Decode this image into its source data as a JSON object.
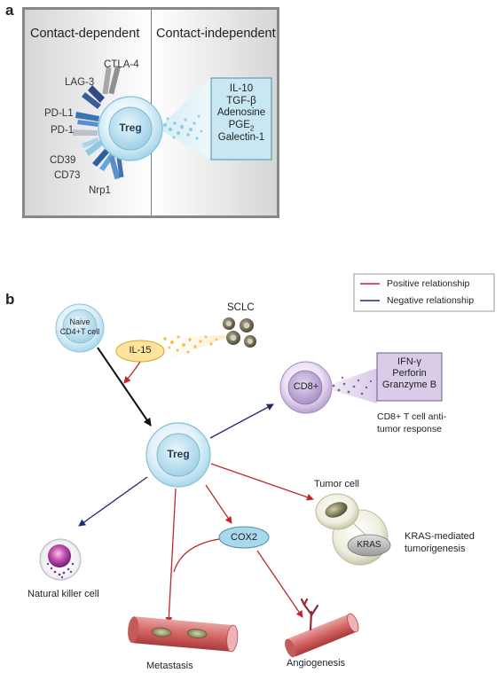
{
  "panel_a": {
    "letter": "a",
    "left_header": "Contact-dependent",
    "right_header": "Contact-independent",
    "center_cell": "Treg",
    "receptors": [
      "CTLA-4",
      "LAG-3",
      "PD-L1",
      "PD-1",
      "CD39",
      "CD73",
      "Nrp1"
    ],
    "secreted": [
      "IL-10",
      "TGF-β",
      "Adenosine",
      "PGE",
      "Galectin-1"
    ],
    "pge_subscript": "2"
  },
  "panel_b": {
    "letter": "b",
    "legend": {
      "positive": "Positive relationship",
      "negative": "Negative relationship"
    },
    "colors": {
      "positive": "#c0272d",
      "negative": "#1f2a6e",
      "treg": "#bfe3f2",
      "cd8": "#c9b8dc"
    },
    "sclc": "SCLC",
    "il15": "IL-15",
    "naive": [
      "Naive",
      "CD4+T cell"
    ],
    "treg": "Treg",
    "cd8": "CD8+",
    "cd8_factors": [
      "IFN-γ",
      "Perforin",
      "Granzyme B"
    ],
    "cd8_response": [
      "CD8+ T cell anti-",
      "tumor response"
    ],
    "tumor_cell": "Tumor cell",
    "kras": "KRAS",
    "kras_mediated": [
      "KRAS-mediated",
      "tumorigenesis"
    ],
    "cox2": "COX2",
    "nk": "Natural killer cell",
    "metastasis": "Metastasis",
    "angiogenesis": "Angiogenesis"
  }
}
